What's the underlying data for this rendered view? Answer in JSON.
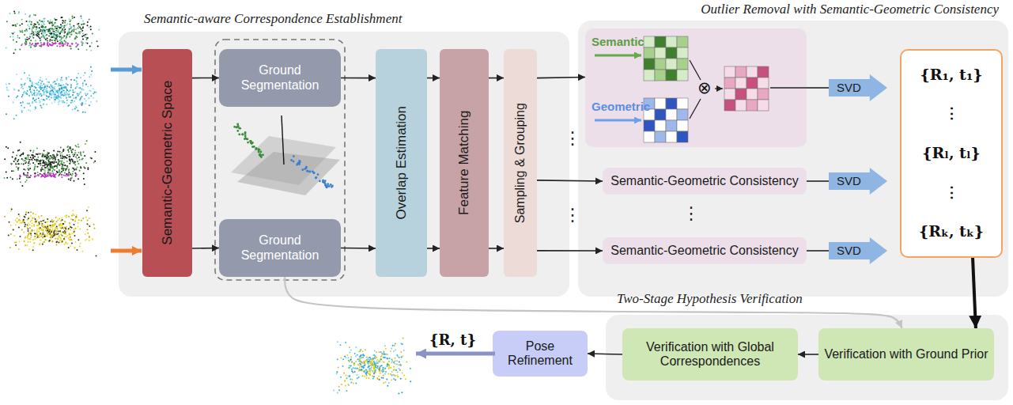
{
  "diagram": {
    "nodes": [
      {
        "text": [
          "Semantic-aware Correspondence Establishment"
        ]
      },
      {
        "text": [
          "Semantic-Geometric Space"
        ],
        "in": 0
      },
      {
        "text": [
          "Ground Segmentation"
        ],
        "in": 0
      },
      {
        "text": [
          "Ground Segmentation"
        ],
        "in": 0
      },
      {
        "text": [
          "Overlap Estimation"
        ],
        "in": 0
      },
      {
        "text": [
          "Feature Matching"
        ],
        "in": 0
      },
      {
        "text": [
          "Sampling & Grouping"
        ],
        "in": 0
      },
      {
        "text": [
          "Outlier Removal with Semantic-Geometric Consistency"
        ]
      },
      {
        "text": [
          "Semantic",
          "Geometric",
          "⊗"
        ],
        "in": 7
      },
      {
        "text": [
          "Semantic-Geometric Consistency"
        ],
        "in": 7
      },
      {
        "text": [
          "Semantic-Geometric Consistency"
        ],
        "in": 7
      },
      {
        "text": [
          "SVD"
        ],
        "in": 7
      },
      {
        "text": [
          "SVD"
        ],
        "in": 7
      },
      {
        "text": [
          "SVD"
        ],
        "in": 7
      },
      {
        "text": [
          "{R₁, t₁}",
          "⋮",
          "{Rₗ, tₗ}",
          "⋮",
          "{Rₖ, tₖ}"
        ],
        "in": 7
      },
      {
        "text": [
          "Two-Stage Hypothesis Verification"
        ]
      },
      {
        "text": [
          "Verification with Ground Prior"
        ],
        "in": 15
      },
      {
        "text": [
          "Verification with Global Correspondences"
        ],
        "in": 15
      },
      {
        "text": [
          "Pose Refinement"
        ]
      }
    ],
    "edges": [
      {
        "from": 1,
        "to": 2,
        "arrow": "to"
      },
      {
        "from": 1,
        "to": 3,
        "arrow": "to"
      },
      {
        "from": 2,
        "to": 4,
        "arrow": "to"
      },
      {
        "from": 3,
        "to": 4,
        "arrow": "to"
      },
      {
        "from": 4,
        "to": 5,
        "arrow": "to"
      },
      {
        "from": 4,
        "to": 5,
        "arrow": "to"
      },
      {
        "from": 5,
        "to": 6,
        "arrow": "to"
      },
      {
        "from": 5,
        "to": 6,
        "arrow": "to"
      },
      {
        "from": 6,
        "to": 8,
        "arrow": "to"
      },
      {
        "from": 6,
        "to": 9,
        "arrow": "to"
      },
      {
        "from": 6,
        "to": 10,
        "arrow": "to"
      },
      {
        "from": 8,
        "to": 11,
        "arrow": "none"
      },
      {
        "from": 9,
        "to": 12,
        "arrow": "none"
      },
      {
        "from": 10,
        "to": 13,
        "arrow": "none"
      },
      {
        "from": 14,
        "to": 16,
        "arrow": "to"
      },
      {
        "from": 16,
        "to": 17,
        "arrow": "to"
      },
      {
        "from": 17,
        "to": 18,
        "arrow": "to"
      },
      {
        "from": 3,
        "to": 16,
        "arrow": "to"
      }
    ],
    "labels": [
      "⋮",
      "⋮",
      "⋮",
      "{R, t}"
    ]
  }
}
